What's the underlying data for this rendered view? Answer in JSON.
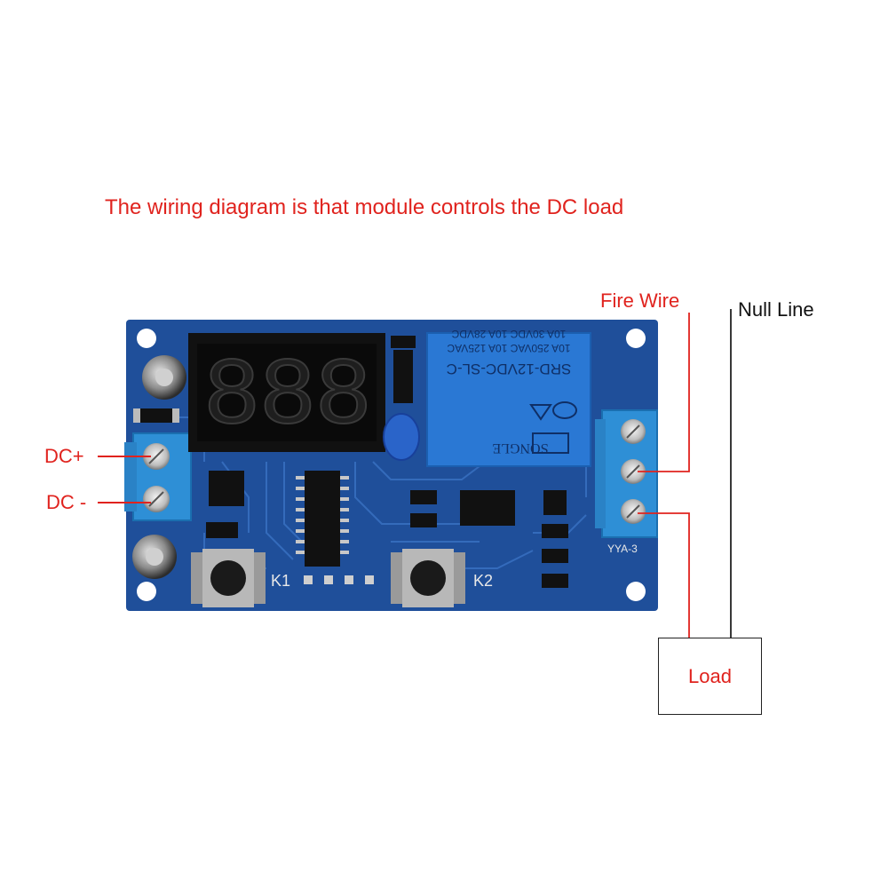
{
  "title": "The wiring diagram is that module controls the DC load",
  "labels": {
    "dc_plus": "DC+",
    "dc_minus": "DC -",
    "fire_wire": "Fire Wire",
    "null_line": "Null Line",
    "load": "Load"
  },
  "board": {
    "display_digits": "888",
    "relay_lines": [
      "SRD-12VDC-SL-C",
      "10A 250VAC 10A 125VAC",
      "10A 30VDC 10A 28VDC"
    ],
    "relay_brand": "SONGLE",
    "button_k1": "K1",
    "button_k2": "K2",
    "terminal_model": "YYA-3"
  },
  "colors": {
    "board": "#1f4f9a",
    "trace": "#2f66b8",
    "relay": "#2a78d4",
    "terminal": "#2e8fd6",
    "wire_red": "#e0231e",
    "wire_black": "#222222"
  }
}
